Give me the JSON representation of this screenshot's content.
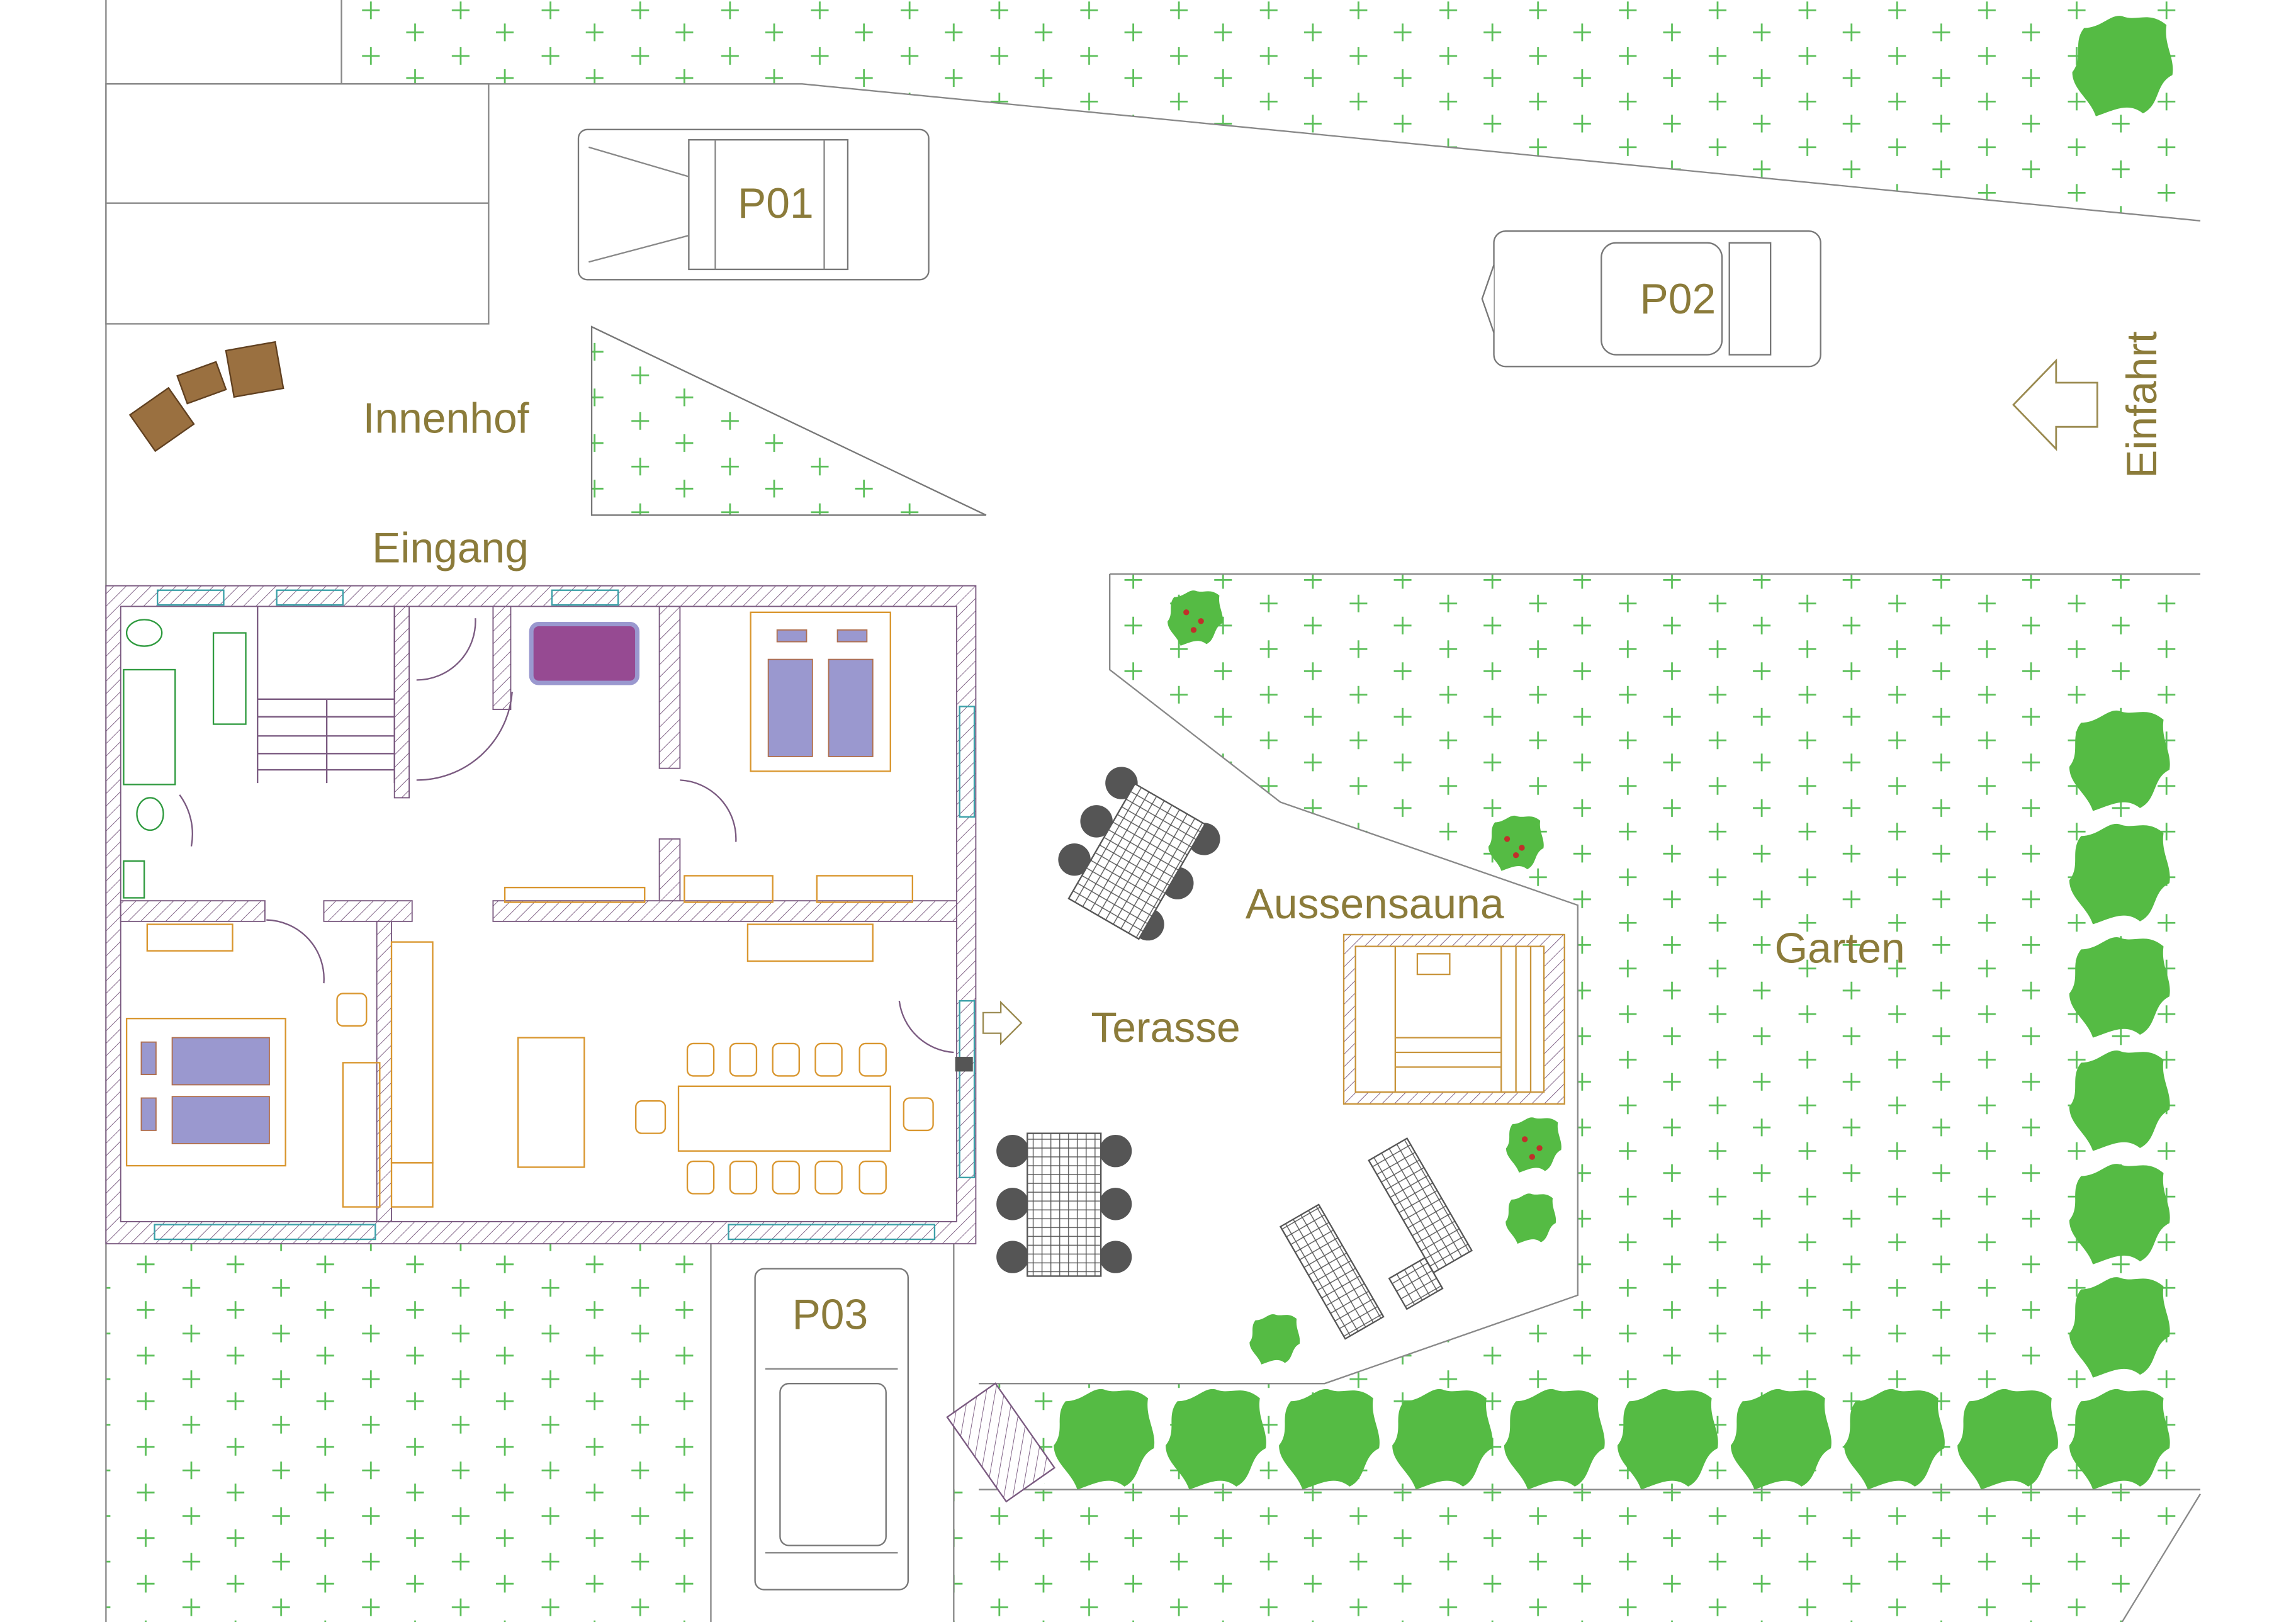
{
  "labels": {
    "innenhof": "Innenhof",
    "eingang": "Eingang",
    "einfahrt": "Einfahrt",
    "terasse": "Terasse",
    "aussensauna": "Aussensauna",
    "garten": "Garten"
  },
  "parking": {
    "p01": "P01",
    "p02": "P02",
    "p03": "P03"
  },
  "colors": {
    "label_text": "#8B7B3A",
    "tree": "#55BB44",
    "grass_mark": "#5CBF5A",
    "bed": "#9A98CF",
    "sofa": "#964A92",
    "furniture": "#D9962E",
    "window": "#3AA0A8"
  }
}
